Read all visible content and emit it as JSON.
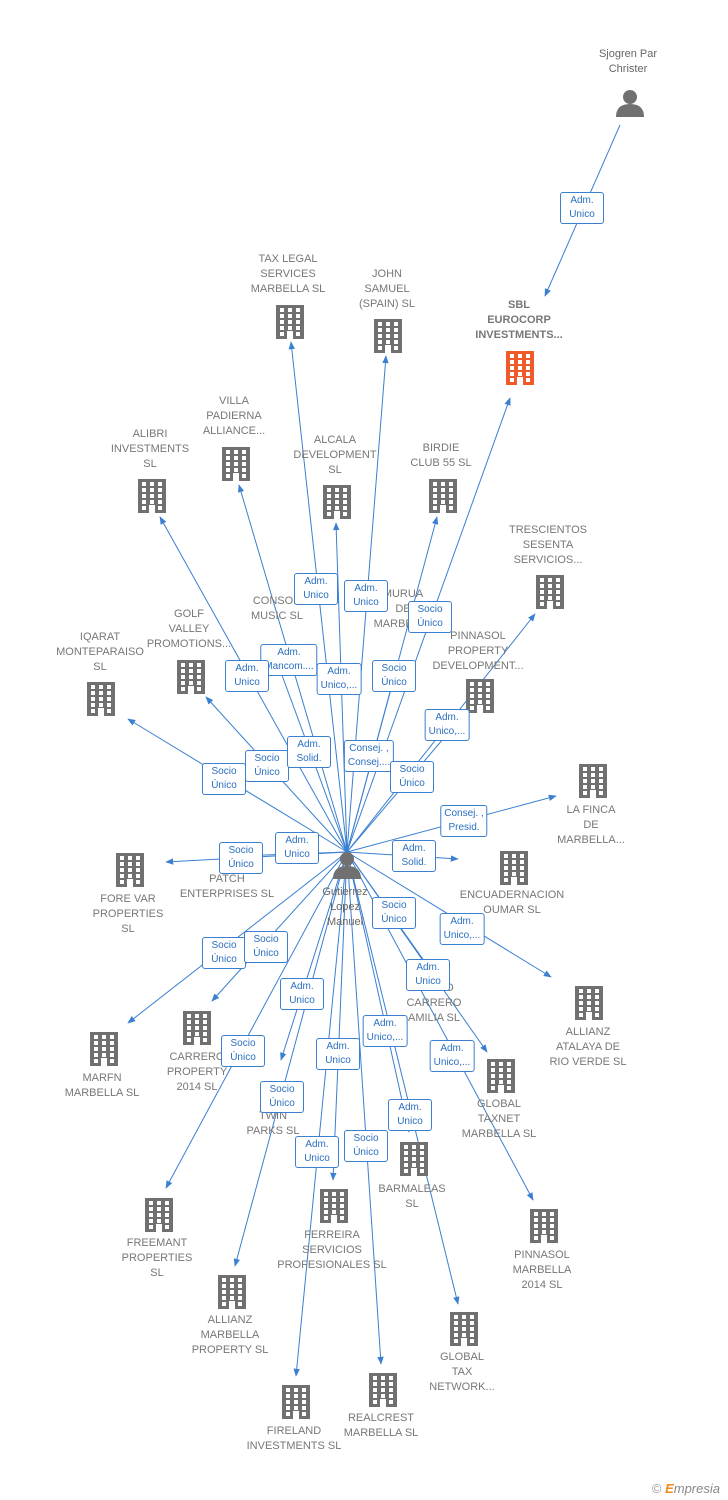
{
  "center": {
    "id": "c",
    "name": "Gutierrez\nLopez\nManuel"
  },
  "person_top": {
    "id": "p",
    "name": "Sjogren Par\nChrister"
  },
  "colors": {
    "edge": "#3a7fd0",
    "company": "#707070",
    "focus": "#ee5a2a",
    "person": "#707070"
  },
  "nodes": [
    {
      "id": "sbl",
      "name": "SBL\nEUROCORP\nINVESTMENTS...",
      "focus": true
    },
    {
      "id": "tax",
      "name": "TAX LEGAL\nSERVICES\nMARBELLA SL"
    },
    {
      "id": "john",
      "name": "JOHN\nSAMUEL\n(SPAIN) SL"
    },
    {
      "id": "villa",
      "name": "VILLA\nPADIERNA\nALLIANCE..."
    },
    {
      "id": "alibri",
      "name": "ALIBRI\nINVESTMENTS\nSL"
    },
    {
      "id": "alcala",
      "name": "ALCALA\nDEVELOPMENT\nSL"
    },
    {
      "id": "birdie",
      "name": "BIRDIE\nCLUB 55 SL"
    },
    {
      "id": "tres",
      "name": "TRESCIENTOS\nSESENTA\nSERVICIOS..."
    },
    {
      "id": "consor",
      "name": "CONSOR\nMUSIC SL"
    },
    {
      "id": "murua",
      "name": "MURUA\nDE\nMARBELLA"
    },
    {
      "id": "golf",
      "name": "GOLF\nVALLEY\nPROMOTIONS..."
    },
    {
      "id": "iqarat",
      "name": "IQARAT\nMONTEPARAISO\nSL"
    },
    {
      "id": "pinprop",
      "name": "PINNASOL\nPROPERTY\nDEVELOPMENT..."
    },
    {
      "id": "finca",
      "name": "LA FINCA\nDE\nMARBELLA..."
    },
    {
      "id": "patch",
      "name": "PATCH\nENTERPRISES SL"
    },
    {
      "id": "forevar",
      "name": "FORE VAR\nPROPERTIES\nSL"
    },
    {
      "id": "encuad",
      "name": "ENCUADERNACION\nOUMAR SL"
    },
    {
      "id": "dcarrero",
      "name": "DORTO\nCARRERO\nAMILIA SL"
    },
    {
      "id": "atalaya",
      "name": "ALLIANZ\nATALAYA DE\nRIO VERDE SL"
    },
    {
      "id": "marfn",
      "name": "MARFN\nMARBELLA SL"
    },
    {
      "id": "carrero14",
      "name": "CARRERO\nPROPERTY\n2014 SL"
    },
    {
      "id": "twin",
      "name": "TWIN\nPARKS SL"
    },
    {
      "id": "globtax",
      "name": "GLOBAL\nTAXNET\nMARBELLA SL"
    },
    {
      "id": "barmal",
      "name": "BARMALEAS\nSL"
    },
    {
      "id": "freemant",
      "name": "FREEMANT\nPROPERTIES\nSL"
    },
    {
      "id": "ferreira",
      "name": "FERREIRA\nSERVICIOS\nPROFESIONALES SL"
    },
    {
      "id": "pinmar",
      "name": "PINNASOL\nMARBELLA\n2014 SL"
    },
    {
      "id": "allmarb",
      "name": "ALLIANZ\nMARBELLA\nPROPERTY SL"
    },
    {
      "id": "globnet",
      "name": "GLOBAL\nTAX\nNETWORK..."
    },
    {
      "id": "fireland",
      "name": "FIRELAND\nINVESTMENTS SL"
    },
    {
      "id": "realcrest",
      "name": "REALCREST\nMARBELLA SL"
    }
  ],
  "edges": [
    {
      "from": "p",
      "to": "sbl",
      "label": "Adm.\nUnico"
    },
    {
      "from": "c",
      "to": "sbl",
      "label": "Socio\nÚnico"
    },
    {
      "from": "c",
      "to": "tax",
      "label": "Adm.\nUnico"
    },
    {
      "from": "c",
      "to": "john",
      "label": "Adm.\nUnico"
    },
    {
      "from": "c",
      "to": "villa",
      "label": "Adm.\nMancom...."
    },
    {
      "from": "c",
      "to": "alibri",
      "label": "Adm.\nUnico"
    },
    {
      "from": "c",
      "to": "alcala",
      "label": "Adm.\nUnico,..."
    },
    {
      "from": "c",
      "to": "birdie",
      "label": "Socio\nÚnico"
    },
    {
      "from": "c",
      "to": "tres",
      "label": "Adm.\nUnico,..."
    },
    {
      "from": "c",
      "to": "golf",
      "label": "Socio\nÚnico"
    },
    {
      "from": "c",
      "to": "iqarat",
      "label": "Socio\nÚnico"
    },
    {
      "from": "c",
      "to": "consor",
      "label": "Adm.\nSolid."
    },
    {
      "from": "c",
      "to": "murua",
      "label": "Consej. ,\nConsej...."
    },
    {
      "from": "c",
      "to": "pinprop",
      "label": "Socio\nÚnico"
    },
    {
      "from": "c",
      "to": "finca",
      "label": "Consej. ,\nPresid."
    },
    {
      "from": "c",
      "to": "encuad",
      "label": "Adm.\nSolid."
    },
    {
      "from": "c",
      "to": "forevar",
      "label": "Socio\nÚnico"
    },
    {
      "from": "c",
      "to": "patch",
      "label": "Adm.\nUnico"
    },
    {
      "from": "c",
      "to": "atalaya",
      "label": "Adm.\nUnico,..."
    },
    {
      "from": "c",
      "to": "dcarrero",
      "label": "Socio\nÚnico"
    },
    {
      "from": "c",
      "to": "marfn",
      "label": "Socio\nÚnico"
    },
    {
      "from": "c",
      "to": "carrero14",
      "label": "Socio\nÚnico"
    },
    {
      "from": "c",
      "to": "twin",
      "label": "Adm.\nUnico"
    },
    {
      "from": "c",
      "to": "globtax",
      "label": "Adm.\nUnico,..."
    },
    {
      "from": "c",
      "to": "barmal",
      "label": "Adm.\nUnico"
    },
    {
      "from": "c",
      "to": "pinmar",
      "label": "Adm.\nUnico,..."
    },
    {
      "from": "c",
      "to": "freemant",
      "label": "Socio\nÚnico"
    },
    {
      "from": "c",
      "to": "allmarb",
      "label": "Socio\nÚnico"
    },
    {
      "from": "c",
      "to": "ferreira",
      "label": "Adm.\nUnico"
    },
    {
      "from": "c",
      "to": "fireland",
      "label": "Adm.\nUnico"
    },
    {
      "from": "c",
      "to": "realcrest",
      "label": "Socio\nÚnico"
    },
    {
      "from": "c",
      "to": "globnet",
      "label": "Adm.\nUnico"
    }
  ],
  "brand": {
    "copyright": "©",
    "e": "E",
    "rest": "mpresia"
  }
}
